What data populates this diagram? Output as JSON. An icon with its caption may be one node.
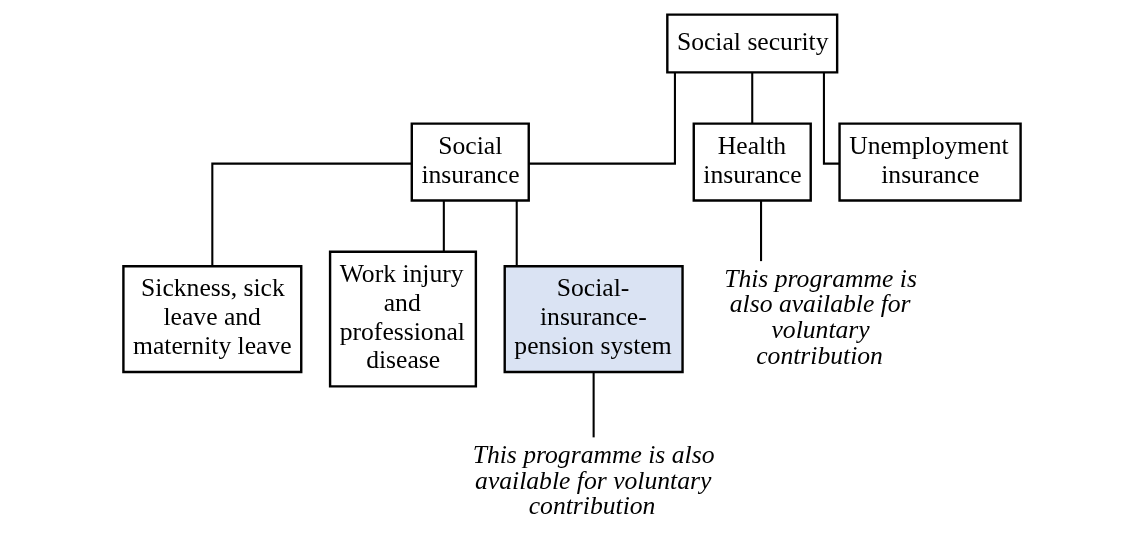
{
  "diagram": {
    "nodes": [
      {
        "text": [
          "Social security"
        ]
      },
      {
        "text": [
          "Social insurance"
        ]
      },
      {
        "text": [
          "Health insurance"
        ]
      },
      {
        "text": [
          "Unemployment insurance"
        ]
      },
      {
        "text": [
          "Sickness, sick leave and maternity leave"
        ]
      },
      {
        "text": [
          "Work injury and professional disease"
        ]
      },
      {
        "text": [
          "Social-insurance-pension system"
        ]
      },
      {
        "text": [
          "This programme is also available for voluntary contribution"
        ]
      },
      {
        "text": [
          "This programme is also available for voluntary contribution"
        ]
      }
    ],
    "edges": [
      {
        "from": 0,
        "to": 1,
        "arrow": "none"
      },
      {
        "from": 0,
        "to": 2,
        "arrow": "none"
      },
      {
        "from": 0,
        "to": 3,
        "arrow": "none"
      },
      {
        "from": 1,
        "to": 4,
        "arrow": "none"
      },
      {
        "from": 1,
        "to": 5,
        "arrow": "none"
      },
      {
        "from": 1,
        "to": 6,
        "arrow": "none"
      },
      {
        "from": 2,
        "to": 7,
        "arrow": "none"
      },
      {
        "from": 6,
        "to": 8,
        "arrow": "none"
      }
    ]
  }
}
